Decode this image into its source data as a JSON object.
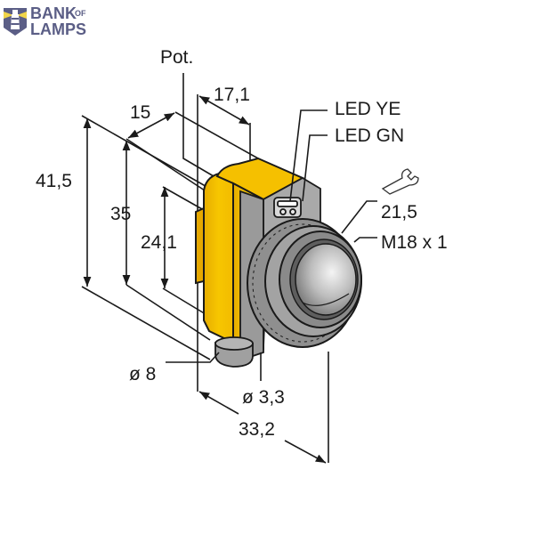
{
  "logo": {
    "line1": "BANK",
    "of": "OF",
    "line2": "LAMPS",
    "color": "#5b5e86",
    "accent": "#f1d54a"
  },
  "drawing": {
    "subject": "photoelectric sensor with M18 x 1 lens housing",
    "housing_color": "#f5c000",
    "body_color": "#a9a9a9",
    "line_color": "#1a1a1a"
  },
  "labels": {
    "pot": "Pot.",
    "dim_17_1": "17,1",
    "dim_15": "15",
    "led_ye": "LED YE",
    "led_gn": "LED GN",
    "dim_41_5": "41,5",
    "dim_35": "35",
    "dim_24_1": "24,1",
    "wrench_size": "21,5",
    "thread": "M18 x 1",
    "dia_8": "ø 8",
    "dia_3_3": "ø 3,3",
    "dim_33_2": "33,2"
  }
}
